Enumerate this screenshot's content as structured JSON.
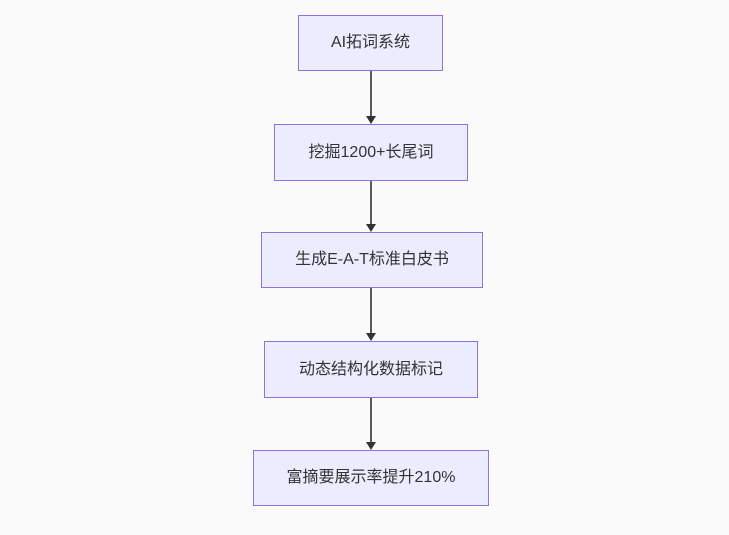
{
  "diagram": {
    "type": "flowchart",
    "direction": "top-down",
    "nodes": [
      {
        "id": "n1",
        "label": "AI拓词系统"
      },
      {
        "id": "n2",
        "label": "挖掘1200+长尾词"
      },
      {
        "id": "n3",
        "label": "生成E-A-T标准白皮书"
      },
      {
        "id": "n4",
        "label": "动态结构化数据标记"
      },
      {
        "id": "n5",
        "label": "富摘要展示率提升210%"
      }
    ],
    "edges": [
      {
        "from": "n1",
        "to": "n2"
      },
      {
        "from": "n2",
        "to": "n3"
      },
      {
        "from": "n3",
        "to": "n4"
      },
      {
        "from": "n4",
        "to": "n5"
      }
    ],
    "colors": {
      "node_fill": "#ececff",
      "node_border": "#9370db",
      "arrow_line": "#5b5b5b",
      "arrow_head": "#333333",
      "text": "#333333",
      "background": "#fafafa"
    }
  }
}
